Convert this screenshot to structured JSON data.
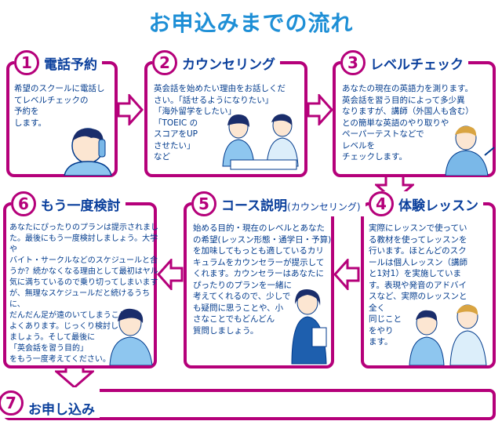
{
  "page_title": "お申込みまでの流れ",
  "colors": {
    "title": "#1e8fd6",
    "border": "#b5007a",
    "text": "#003a8c",
    "step_title": "#0a3f9c"
  },
  "steps": [
    {
      "num": "1",
      "title": "電話予約",
      "subtitle": "",
      "body": "希望のスクールに電話し\nてレベルチェックの\n予約を\nします。"
    },
    {
      "num": "2",
      "title": "カウンセリング",
      "subtitle": "",
      "body": "英会話を始めたい理由をお話しくだ\nさい。「話せるようになりたい」\n「海外留学をしたい」\n「TOEIC の\nスコアをUP\nさせたい」\nなど"
    },
    {
      "num": "3",
      "title": "レベルチェック",
      "subtitle": "",
      "body": "あなたの現在の英語力を測ります。\n英会話を習う目的によって多少異\nなりますが、講師（外国人も含む）\nとの簡単な英語のやり取りや\nペーパーテストなどで\nレベルを\nチェックします。"
    },
    {
      "num": "4",
      "title": "体験レッスン",
      "subtitle": "",
      "body": "実際にレッスンで使ってい\nる教材を使ってレッスンを\n行います。ほとんどのスク\nールは個人レッスン（講師\nと1対1）を実施していま\nす。表現や発音のアドバイ\nスなど、実際のレッスンと\n全く\n同じこと\nをやり\nます。"
    },
    {
      "num": "5",
      "title": "コース説明",
      "subtitle": "(カウンセリング)",
      "body": "始める目的・現在のレベルとあなた\nの希望(レッスン形態・通学日・予算)\nを加味してもっとも適しているカリ\nキュラムをカウンセラーが提示して\nくれます。カウンセラーはあなたに\nぴったりのプランを一緒に\n考えてくれるので、少しで\nも疑問に思うことや、小\nさなことでもどんどん\n質問しましょう。"
    },
    {
      "num": "6",
      "title": "もう一度検討",
      "subtitle": "",
      "body": "あなたにぴったりのプランは提示されまし\nた。最後にもう一度検討しましょう。大学や\nバイト・サークルなどのスケジュールと合\nうか？続かなくなる理由として最初はヤル\n気に満ちているので乗り切ってしまいます\nが、無理なスケジュールだと続けるうちに、\nだんだん足が遠のいてしまうことは\nよくあります。じっくり検討し\nましょう。そして最後に\n「英会話を習う目的」\nをもう一度考えてください。"
    },
    {
      "num": "7",
      "title": "お申し込み",
      "subtitle": "",
      "body": ""
    }
  ]
}
